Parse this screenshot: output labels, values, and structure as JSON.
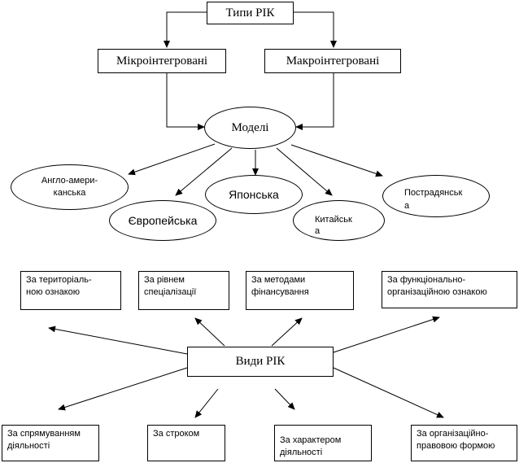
{
  "top_title": "Типи РІК",
  "types": {
    "left": "Мікроінтегровані",
    "right": "Макроінтегровані"
  },
  "models": {
    "center": "Моделі",
    "anglo_line1": "Англо-амери-",
    "anglo_line2": "канська",
    "european": "Європейська",
    "japanese": "Японська",
    "chinese_line1": "Китайськ",
    "chinese_line2": "а",
    "postsoviet_line1": "Пострадянськ",
    "postsoviet_line2": "а"
  },
  "kinds_title": "Види РІК",
  "kinds_top": {
    "territorial_line1": "За територіаль-",
    "territorial_line2": "ною ознакою",
    "specialization_line1": "За рівнем",
    "specialization_line2": "спеціалізації",
    "financing_line1": "За методами",
    "financing_line2": "фінансування",
    "functional_line1": "За функціонально-",
    "functional_line2": "організаційною ознакою"
  },
  "kinds_bottom": {
    "direction_line1": "За спрямуванням",
    "direction_line2": "діяльності",
    "term": "За строком",
    "character_line1": "За характером",
    "character_line2": "діяльності",
    "legal_line1": "За організаційно-",
    "legal_line2": "правовою формою"
  }
}
